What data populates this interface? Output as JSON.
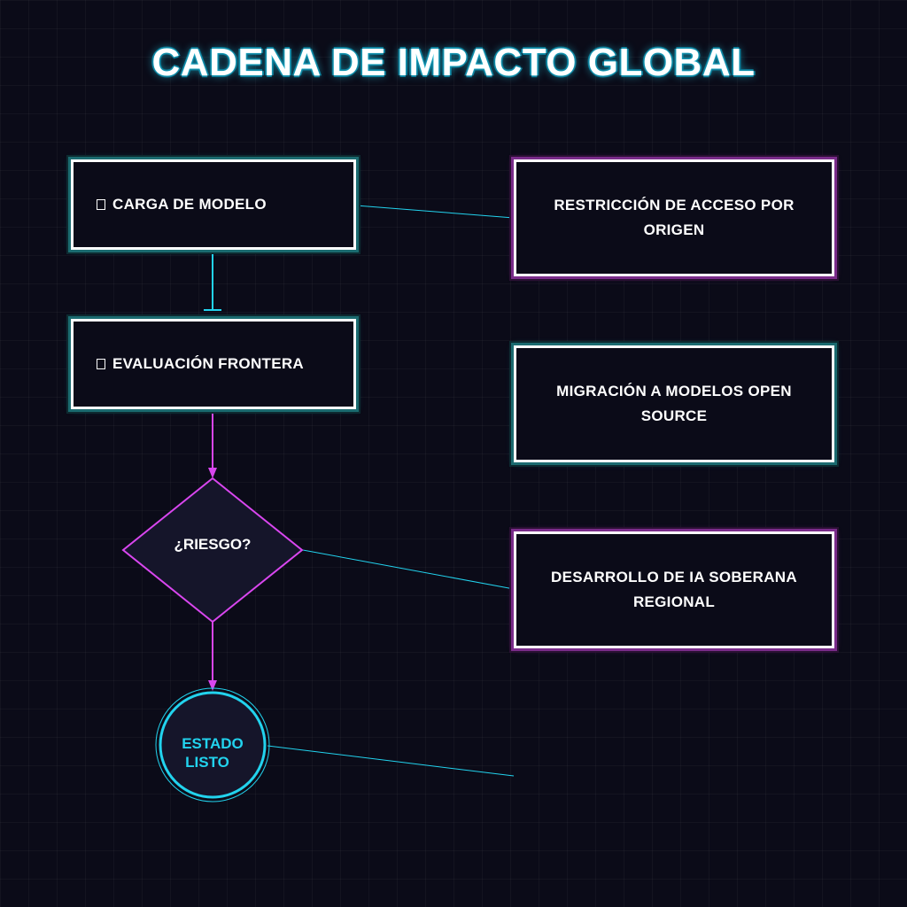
{
  "title": "CADENA DE IMPACTO GLOBAL",
  "colors": {
    "background": "#0b0b18",
    "cyan_accent": "#22d3ee",
    "magenta_accent": "#d946ef",
    "box_border": "#ffffff",
    "text": "#ffffff"
  },
  "nodes": {
    "carga": {
      "label": "CARGA DE MODELO",
      "icon": "missing-glyph-icon"
    },
    "evaluacion": {
      "label": "EVALUACIÓN FRONTERA",
      "icon": "missing-glyph-icon"
    },
    "riesgo": {
      "label": "¿RIESGO?"
    },
    "estado": {
      "line1": "ESTADO",
      "line2": "LISTO"
    }
  },
  "outcomes": [
    {
      "label": "RESTRICCIÓN DE ACCESO POR ORIGEN",
      "accent": "magenta"
    },
    {
      "label": "MIGRACIÓN A MODELOS OPEN SOURCE",
      "accent": "cyan"
    },
    {
      "label": "DESARROLLO DE IA SOBERANA REGIONAL",
      "accent": "magenta"
    }
  ]
}
